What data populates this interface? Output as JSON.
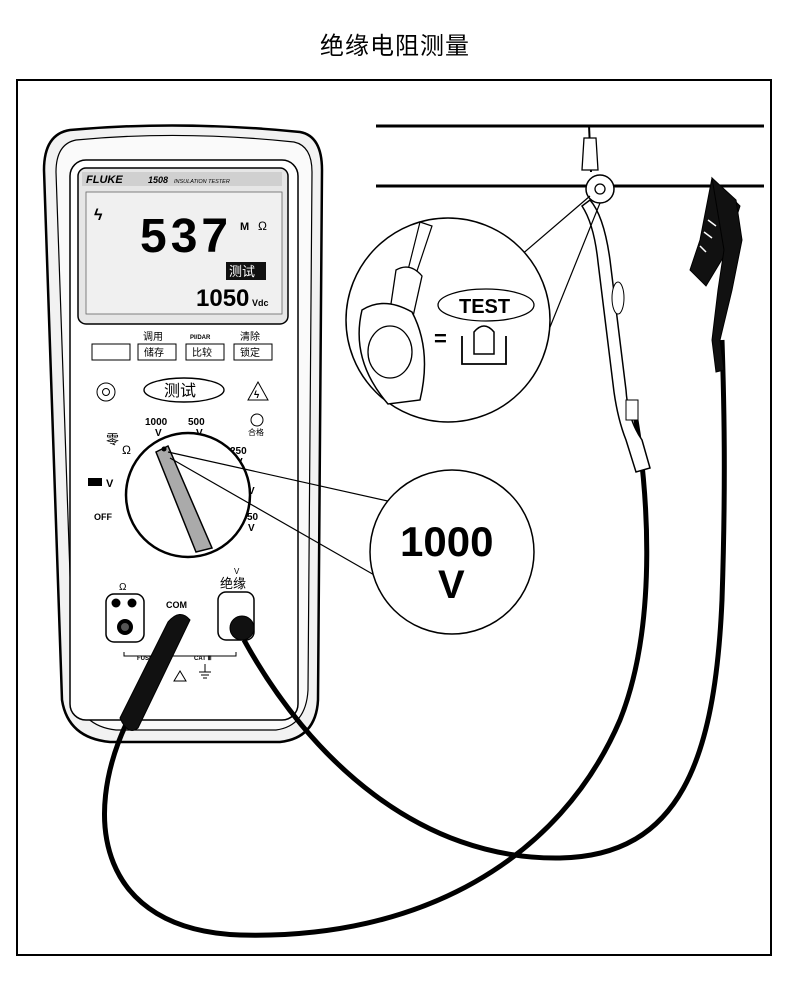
{
  "title": "绝缘电阻测量",
  "meter": {
    "brand": "FLUKE",
    "model": "1508",
    "model_desc": "INSULATION TESTER",
    "lcd": {
      "main_reading": "537",
      "main_unit_m": "M",
      "main_unit_ohm": "Ω",
      "test_badge": "测试",
      "sub_reading": "1050",
      "sub_unit": "Vdc",
      "hv_symbol": "ϟ"
    },
    "keys": {
      "label_recall": "调用",
      "label_pidar": "PI/DAR",
      "label_clear": "清除",
      "btn_store": "储存",
      "btn_compare": "比较",
      "btn_lock": "锁定",
      "test_button": "测试",
      "pass_label": "合格"
    },
    "dial": {
      "pos_1000": "1000",
      "pos_500": "500",
      "pos_250": "250",
      "pos_100": "V",
      "pos_50": "50",
      "unit_v": "V",
      "zero": "零",
      "ohm": "Ω",
      "battery_v": "V",
      "off": "OFF"
    },
    "jacks": {
      "ohm": "Ω",
      "com": "COM",
      "v": "V",
      "insulation": "绝缘",
      "fuse": "FUSE",
      "cat": "CAT Ⅲ"
    }
  },
  "callouts": {
    "voltage_value": "1000",
    "voltage_unit": "V",
    "test_label": "TEST",
    "equals": "="
  }
}
